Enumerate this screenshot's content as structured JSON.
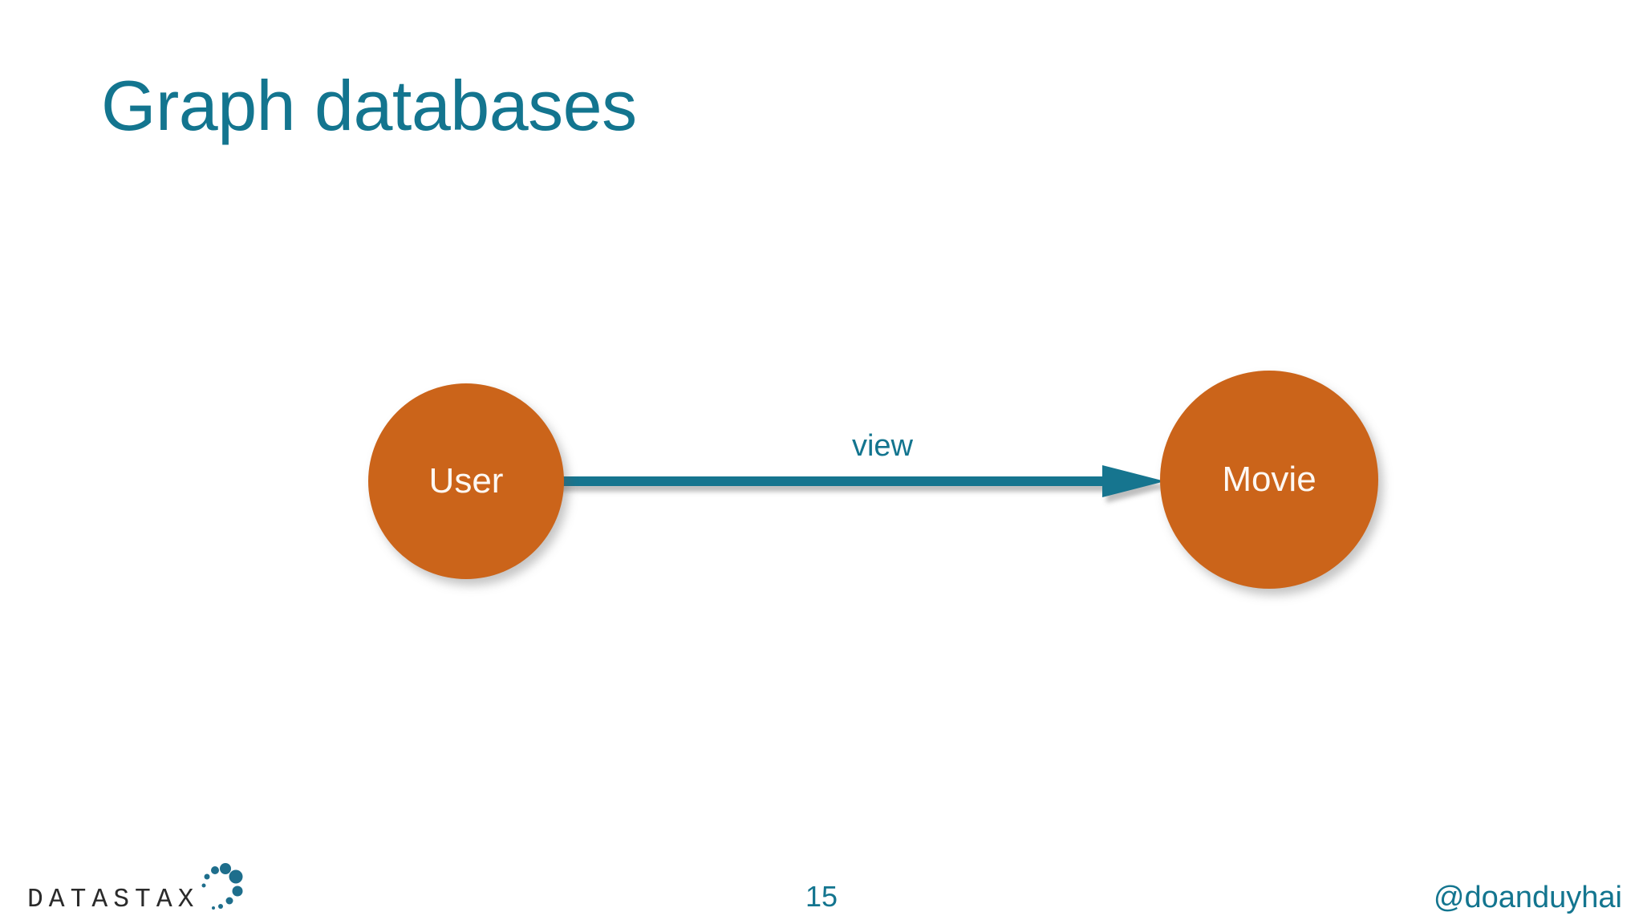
{
  "slide": {
    "title": "Graph databases",
    "page_number": "15",
    "background_color": "#FFFFFF",
    "accent_color": "#13758F",
    "node_color": "#CB641A"
  },
  "diagram": {
    "type": "graph",
    "nodes": [
      {
        "id": "user",
        "label": "User",
        "color": "#CB641A",
        "text_color": "#FDF8F3"
      },
      {
        "id": "movie",
        "label": "Movie",
        "color": "#CB641A",
        "text_color": "#FDF8F3"
      }
    ],
    "edges": [
      {
        "id": "view",
        "label": "view",
        "from": "user",
        "to": "movie",
        "directed": "true",
        "color": "#13758F"
      }
    ]
  },
  "footer": {
    "brand": "DATASTAX",
    "social_handle": "@doanduyhai",
    "page_number": "15"
  }
}
